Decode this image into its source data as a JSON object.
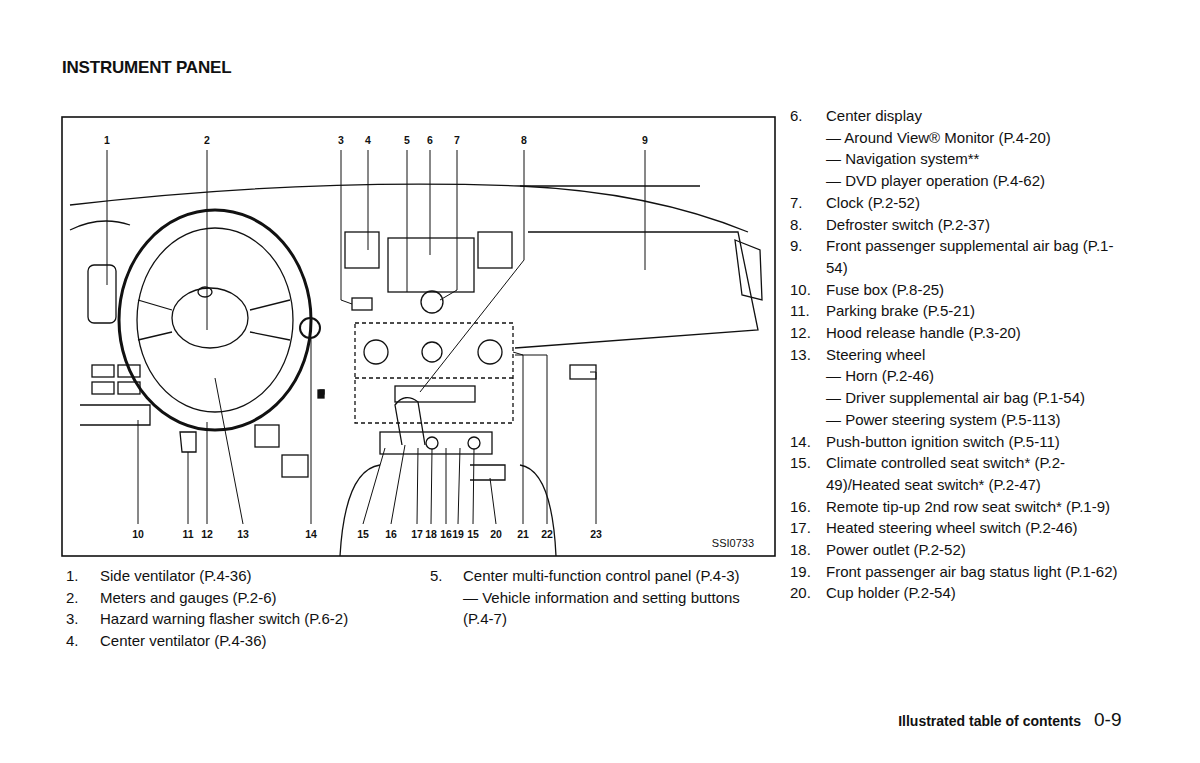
{
  "diagram": {
    "title": "INSTRUMENT PANEL",
    "labels": [
      "1",
      "2",
      "3",
      "4",
      "5",
      "6",
      "7",
      "8",
      "9",
      "10",
      "11",
      "12",
      "13",
      "14",
      "15",
      "16",
      "17",
      "18",
      "16",
      "19",
      "15",
      "20",
      "21",
      "22",
      "23",
      "SSI0733",
      "1.",
      "Side ventilator (P.4-36)",
      "2.",
      "Meters and gauges (P.2-6)",
      "3.",
      "Hazard warning flasher switch (P.6-2)",
      "4.",
      "Center ventilator (P.4-36)",
      "5.",
      "Center multi-function control panel (P.4-3)",
      "— Vehicle information and setting buttons (P.4-7)",
      "6.",
      "Center display",
      "— Around View® Monitor (P.4-20)",
      "— Navigation system**",
      "— DVD player operation (P.4-62)",
      "7.",
      "Clock (P.2-52)",
      "8.",
      "Defroster switch (P.2-37)",
      "9.",
      "Front passenger supplemental air bag (P.1-54)",
      "10.",
      "Fuse box (P.8-25)",
      "11.",
      "Parking brake (P.5-21)",
      "12.",
      "Hood release handle (P.3-20)",
      "13.",
      "Steering wheel",
      "— Horn (P.2-46)",
      "— Driver supplemental air bag (P.1-54)",
      "— Power steering system (P.5-113)",
      "14.",
      "Push-button ignition switch (P.5-11)",
      "15.",
      "Climate controlled seat switch* (P.2-49)/Heated seat switch* (P.2-47)",
      "16.",
      "Remote tip-up 2nd row seat switch* (P.1-9)",
      "17.",
      "Heated steering wheel switch (P.2-46)",
      "18.",
      "Power outlet (P.2-52)",
      "19.",
      "Front passenger air bag status light (P.1-62)",
      "20.",
      "Cup holder (P.2-54)",
      "Illustrated table of contents",
      "0-9"
    ]
  }
}
